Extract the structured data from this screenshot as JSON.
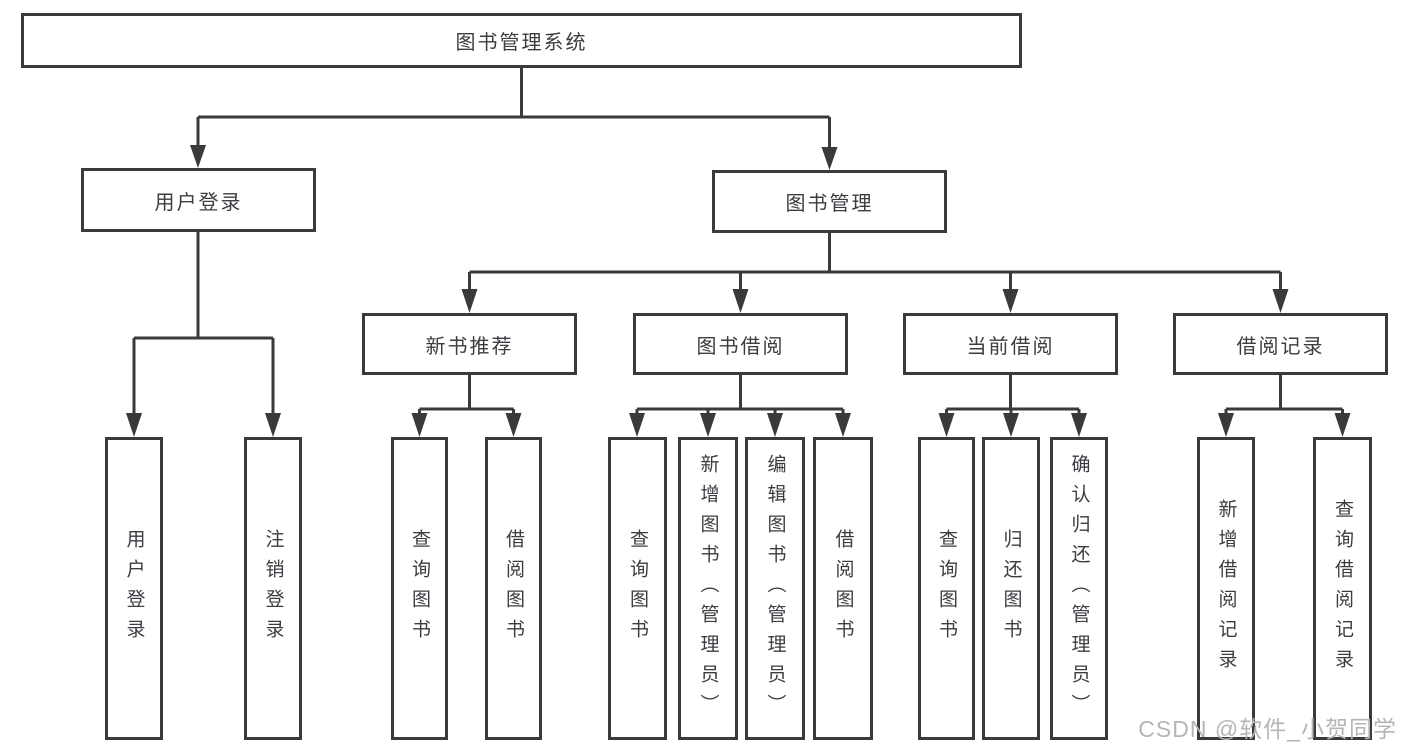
{
  "diagram": {
    "root": {
      "label": "图书管理系统"
    },
    "level2": [
      {
        "label": "用户登录"
      },
      {
        "label": "图书管理"
      }
    ],
    "level3": [
      {
        "label": "新书推荐",
        "parent": "图书管理"
      },
      {
        "label": "图书借阅",
        "parent": "图书管理"
      },
      {
        "label": "当前借阅",
        "parent": "图书管理"
      },
      {
        "label": "借阅记录",
        "parent": "图书管理"
      }
    ],
    "leaves": [
      {
        "label": "用户登录",
        "parent": "用户登录"
      },
      {
        "label": "注销登录",
        "parent": "用户登录"
      },
      {
        "label": "查询图书",
        "parent": "新书推荐"
      },
      {
        "label": "借阅图书",
        "parent": "新书推荐"
      },
      {
        "label": "查询图书",
        "parent": "图书借阅"
      },
      {
        "label": "新增图书（管理员）",
        "parent": "图书借阅"
      },
      {
        "label": "编辑图书（管理员）",
        "parent": "图书借阅"
      },
      {
        "label": "借阅图书",
        "parent": "图书借阅"
      },
      {
        "label": "查询图书",
        "parent": "当前借阅"
      },
      {
        "label": "归还图书",
        "parent": "当前借阅"
      },
      {
        "label": "确认归还（管理员）",
        "parent": "当前借阅"
      },
      {
        "label": "新增借阅记录",
        "parent": "借阅记录"
      },
      {
        "label": "查询借阅记录",
        "parent": "借阅记录"
      }
    ]
  },
  "watermark": "CSDN @软件_小贺同学",
  "colors": {
    "line": "#3a3a3a",
    "text": "#3a3d41",
    "watermark": "#b5b5b5",
    "background": "#ffffff"
  }
}
